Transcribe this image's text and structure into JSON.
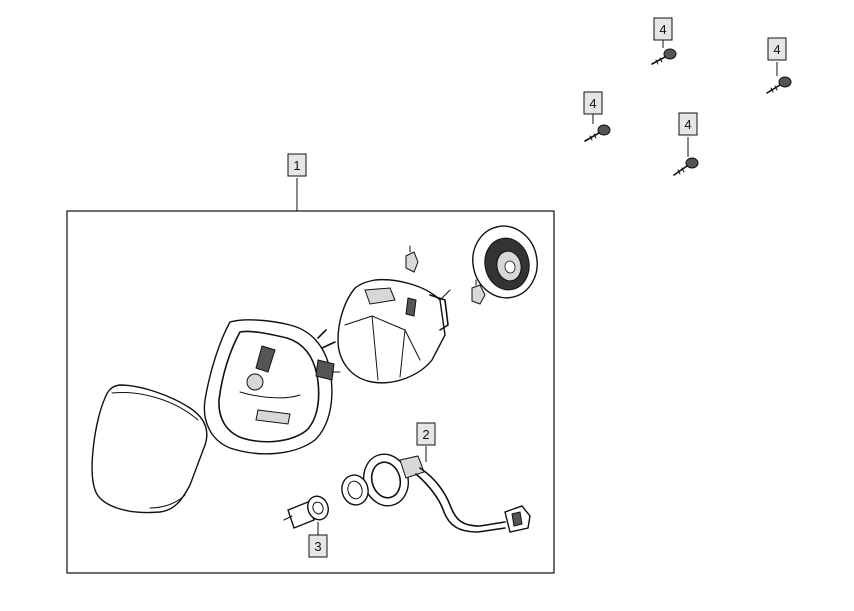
{
  "callouts": [
    {
      "id": "c1",
      "label": "1",
      "part": "headlamp-assembly"
    },
    {
      "id": "c2",
      "label": "2",
      "part": "bulb-socket-harness"
    },
    {
      "id": "c3",
      "label": "3",
      "part": "bulb"
    },
    {
      "id": "c4a",
      "label": "4",
      "part": "screw"
    },
    {
      "id": "c4b",
      "label": "4",
      "part": "screw"
    },
    {
      "id": "c4c",
      "label": "4",
      "part": "screw"
    },
    {
      "id": "c4d",
      "label": "4",
      "part": "screw"
    }
  ],
  "colors": {
    "line": "#111111",
    "label_box_fill": "#e6e6e6",
    "background": "#ffffff"
  }
}
